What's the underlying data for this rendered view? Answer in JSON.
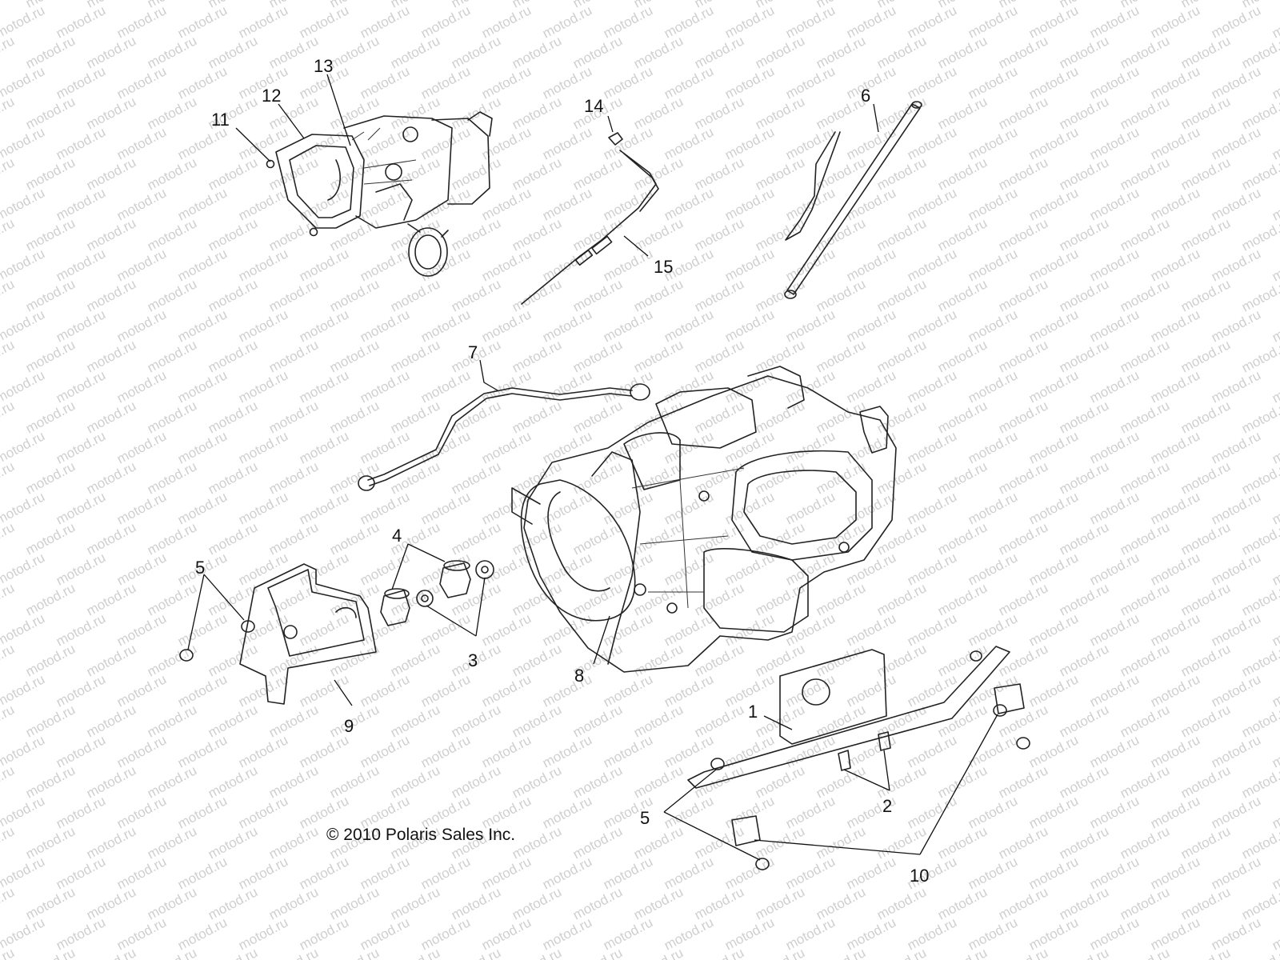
{
  "watermark": {
    "text": "motod.ru",
    "color": "#cfcfcf"
  },
  "copyright": "© 2010 Polaris Sales Inc.",
  "callouts": {
    "c1": "1",
    "c2": "2",
    "c3": "3",
    "c4": "4",
    "c5a": "5",
    "c5b": "5",
    "c6": "6",
    "c7": "7",
    "c8": "8",
    "c9": "9",
    "c10": "10",
    "c11": "11",
    "c12": "12",
    "c13": "13",
    "c14": "14",
    "c15": "15"
  },
  "colors": {
    "line": "#222222",
    "background": "#ffffff"
  }
}
